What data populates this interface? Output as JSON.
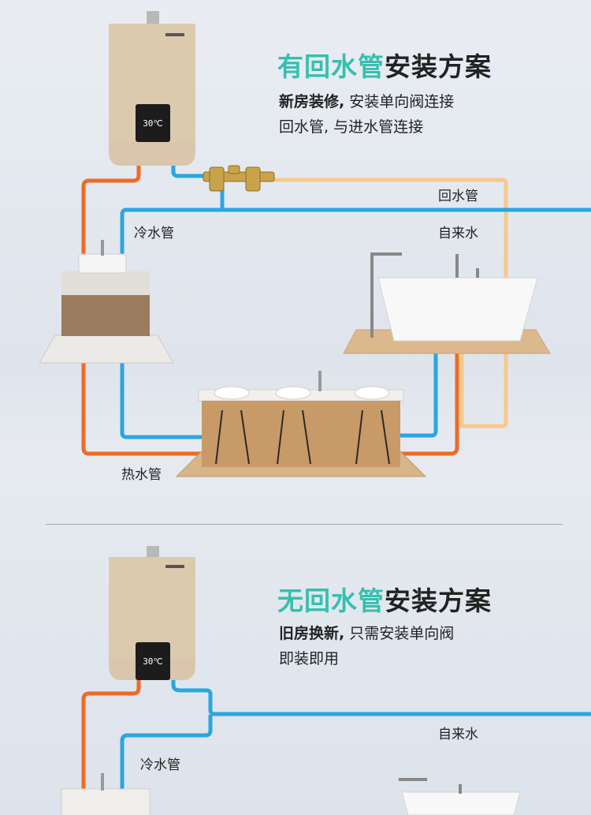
{
  "section_with_return": {
    "title_highlight": "有回水管",
    "title_rest": "安装方案",
    "desc_bold": "新房装修,",
    "desc_line1_rest": " 安装单向阀连接",
    "desc_line2": "回水管, 与进水管连接",
    "labels": {
      "return_pipe": "回水管",
      "tap_water": "自来水",
      "cold_pipe": "冷水管",
      "hot_pipe": "热水管"
    },
    "heater_display": "30℃"
  },
  "section_without_return": {
    "title_highlight": "无回水管",
    "title_rest": "安装方案",
    "desc_bold": "旧房换新,",
    "desc_line1_rest": " 只需安装单向阀",
    "desc_line2": "即装即用",
    "labels": {
      "tap_water": "自来水",
      "cold_pipe": "冷水管"
    },
    "heater_display": "30℃"
  },
  "colors": {
    "hot_pipe": "#f06a24",
    "cold_pipe": "#2aa6df",
    "return_pipe": "#f7c98a",
    "accent": "#35c0ae"
  }
}
